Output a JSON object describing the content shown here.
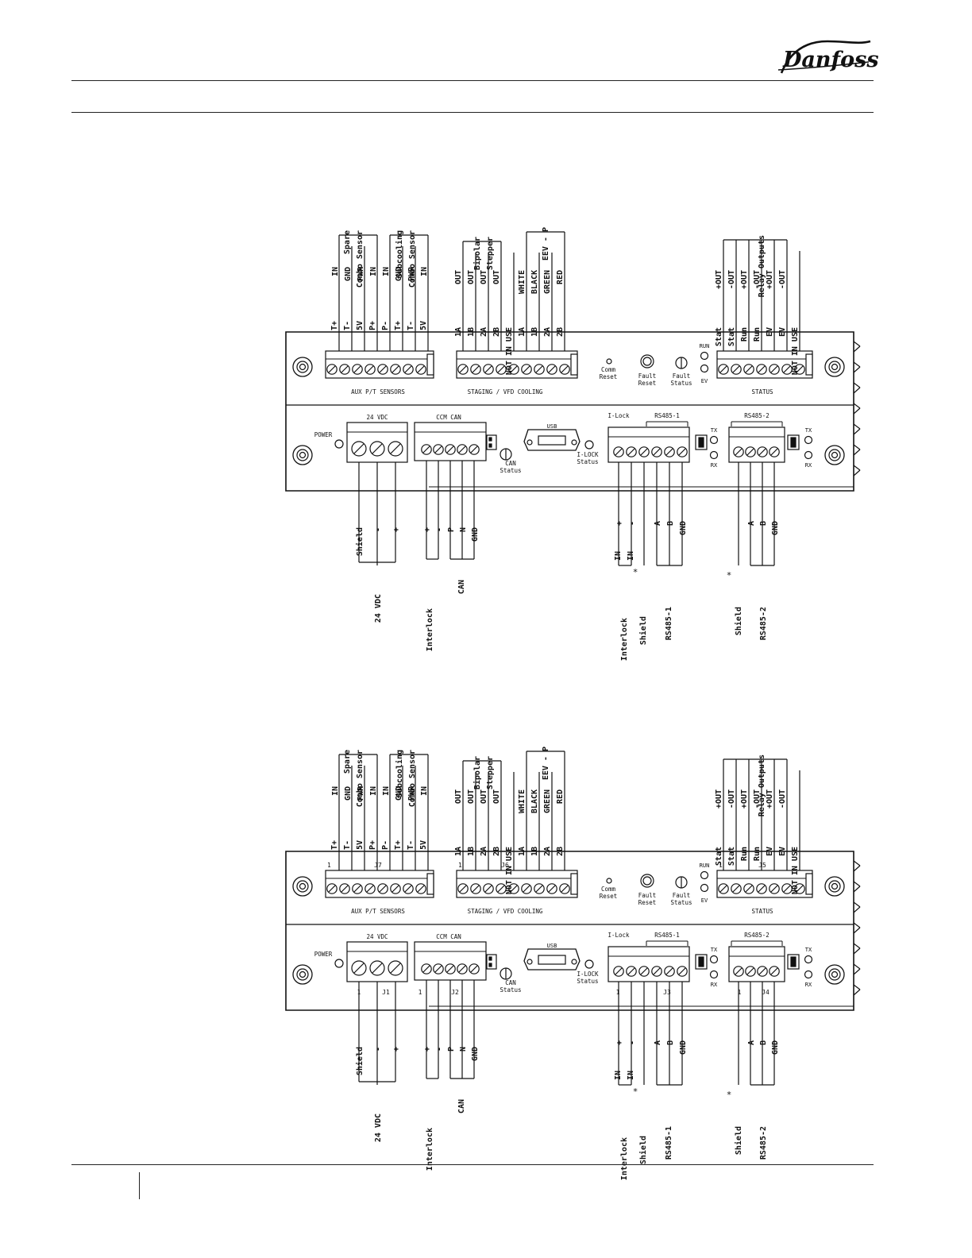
{
  "brand": {
    "name": "Danfoss"
  },
  "diagrams": [
    {
      "id": "top",
      "top_connectors": [
        {
          "bottom_label": "AUX P/T SENSORS",
          "pin_label": "",
          "signals": [
            "T+",
            "T-",
            "5V",
            "P+",
            "P-",
            "T+",
            "T-",
            "5V",
            "P+",
            "P-"
          ],
          "inner": [
            "IN",
            "GND",
            "PWR",
            "IN",
            "IN",
            "GND",
            "PWR",
            "IN"
          ],
          "groups": [
            {
              "title": [
                "Spare",
                "Combo Sensor"
              ]
            },
            {
              "title": [
                "Subcooling",
                "Combo Sensor"
              ]
            }
          ]
        },
        {
          "bottom_label": "STAGING / VFD COOLING",
          "pin_label": "",
          "signals": [
            "1A",
            "1B",
            "2A",
            "2B",
            "NOT IN USE",
            "1A",
            "1B",
            "2A",
            "2B"
          ],
          "inner": [
            "OUT",
            "OUT",
            "OUT",
            "OUT",
            "WHITE",
            "BLACK",
            "GREEN",
            "RED"
          ],
          "groups": [
            {
              "title": [
                "Bipolar",
                "Stepper"
              ]
            },
            {
              "title": [
                "EEV - P"
              ]
            }
          ]
        },
        {
          "bottom_label": "STATUS",
          "pin_label": "",
          "signals": [
            "Stat",
            "Stat",
            "Run",
            "Run",
            "EV",
            "EV",
            "NOT IN USE"
          ],
          "inner": [
            "+OUT",
            "-OUT",
            "+OUT",
            "-OUT",
            "+OUT",
            "-OUT"
          ],
          "groups": [
            {
              "title": [
                "Relay Outputs"
              ]
            }
          ]
        }
      ],
      "panel_labels": {
        "comm_reset": [
          "Comm",
          "Reset"
        ],
        "fault_reset": [
          "Fault",
          "Reset"
        ],
        "fault_status": [
          "Fault",
          "Status"
        ],
        "run": "RUN",
        "ev": "EV",
        "power": "POWER",
        "vdc": "24 VDC",
        "ccm_can": "CCM CAN",
        "usb": "USB",
        "can_status": [
          "CAN",
          "Status"
        ],
        "ilock_status": [
          "I-LOCK",
          "Status"
        ],
        "ilock": "I-Lock",
        "rs485_1": "RS485-1",
        "rs485_2": "RS485-2",
        "tx": "TX",
        "rx": "RX"
      },
      "bottom_wiring": {
        "j1": [
          "Shield",
          "-",
          "+"
        ],
        "j1_group": "24 VDC",
        "j2": [
          "+",
          "-",
          "P",
          "N",
          "GND"
        ],
        "j2_groups": [
          "Interlock",
          "CAN"
        ],
        "j3": [
          "+",
          "-",
          "A",
          "B",
          "GND"
        ],
        "j3_inner": [
          "IN",
          "IN"
        ],
        "j3_groups": [
          "Interlock",
          "Shield",
          "RS485-1"
        ],
        "j4": [
          "A",
          "B",
          "GND"
        ],
        "j4_groups": [
          "Shield",
          "RS485-2"
        ],
        "asterisk": "*"
      },
      "jack_labels": null
    },
    {
      "id": "bottom",
      "jack_labels": {
        "one": "1",
        "j7": "J7",
        "j6": "J6",
        "j5": "J5",
        "j1": "J1",
        "j2": "J2",
        "j3": "J3",
        "j4": "J4"
      }
    }
  ]
}
